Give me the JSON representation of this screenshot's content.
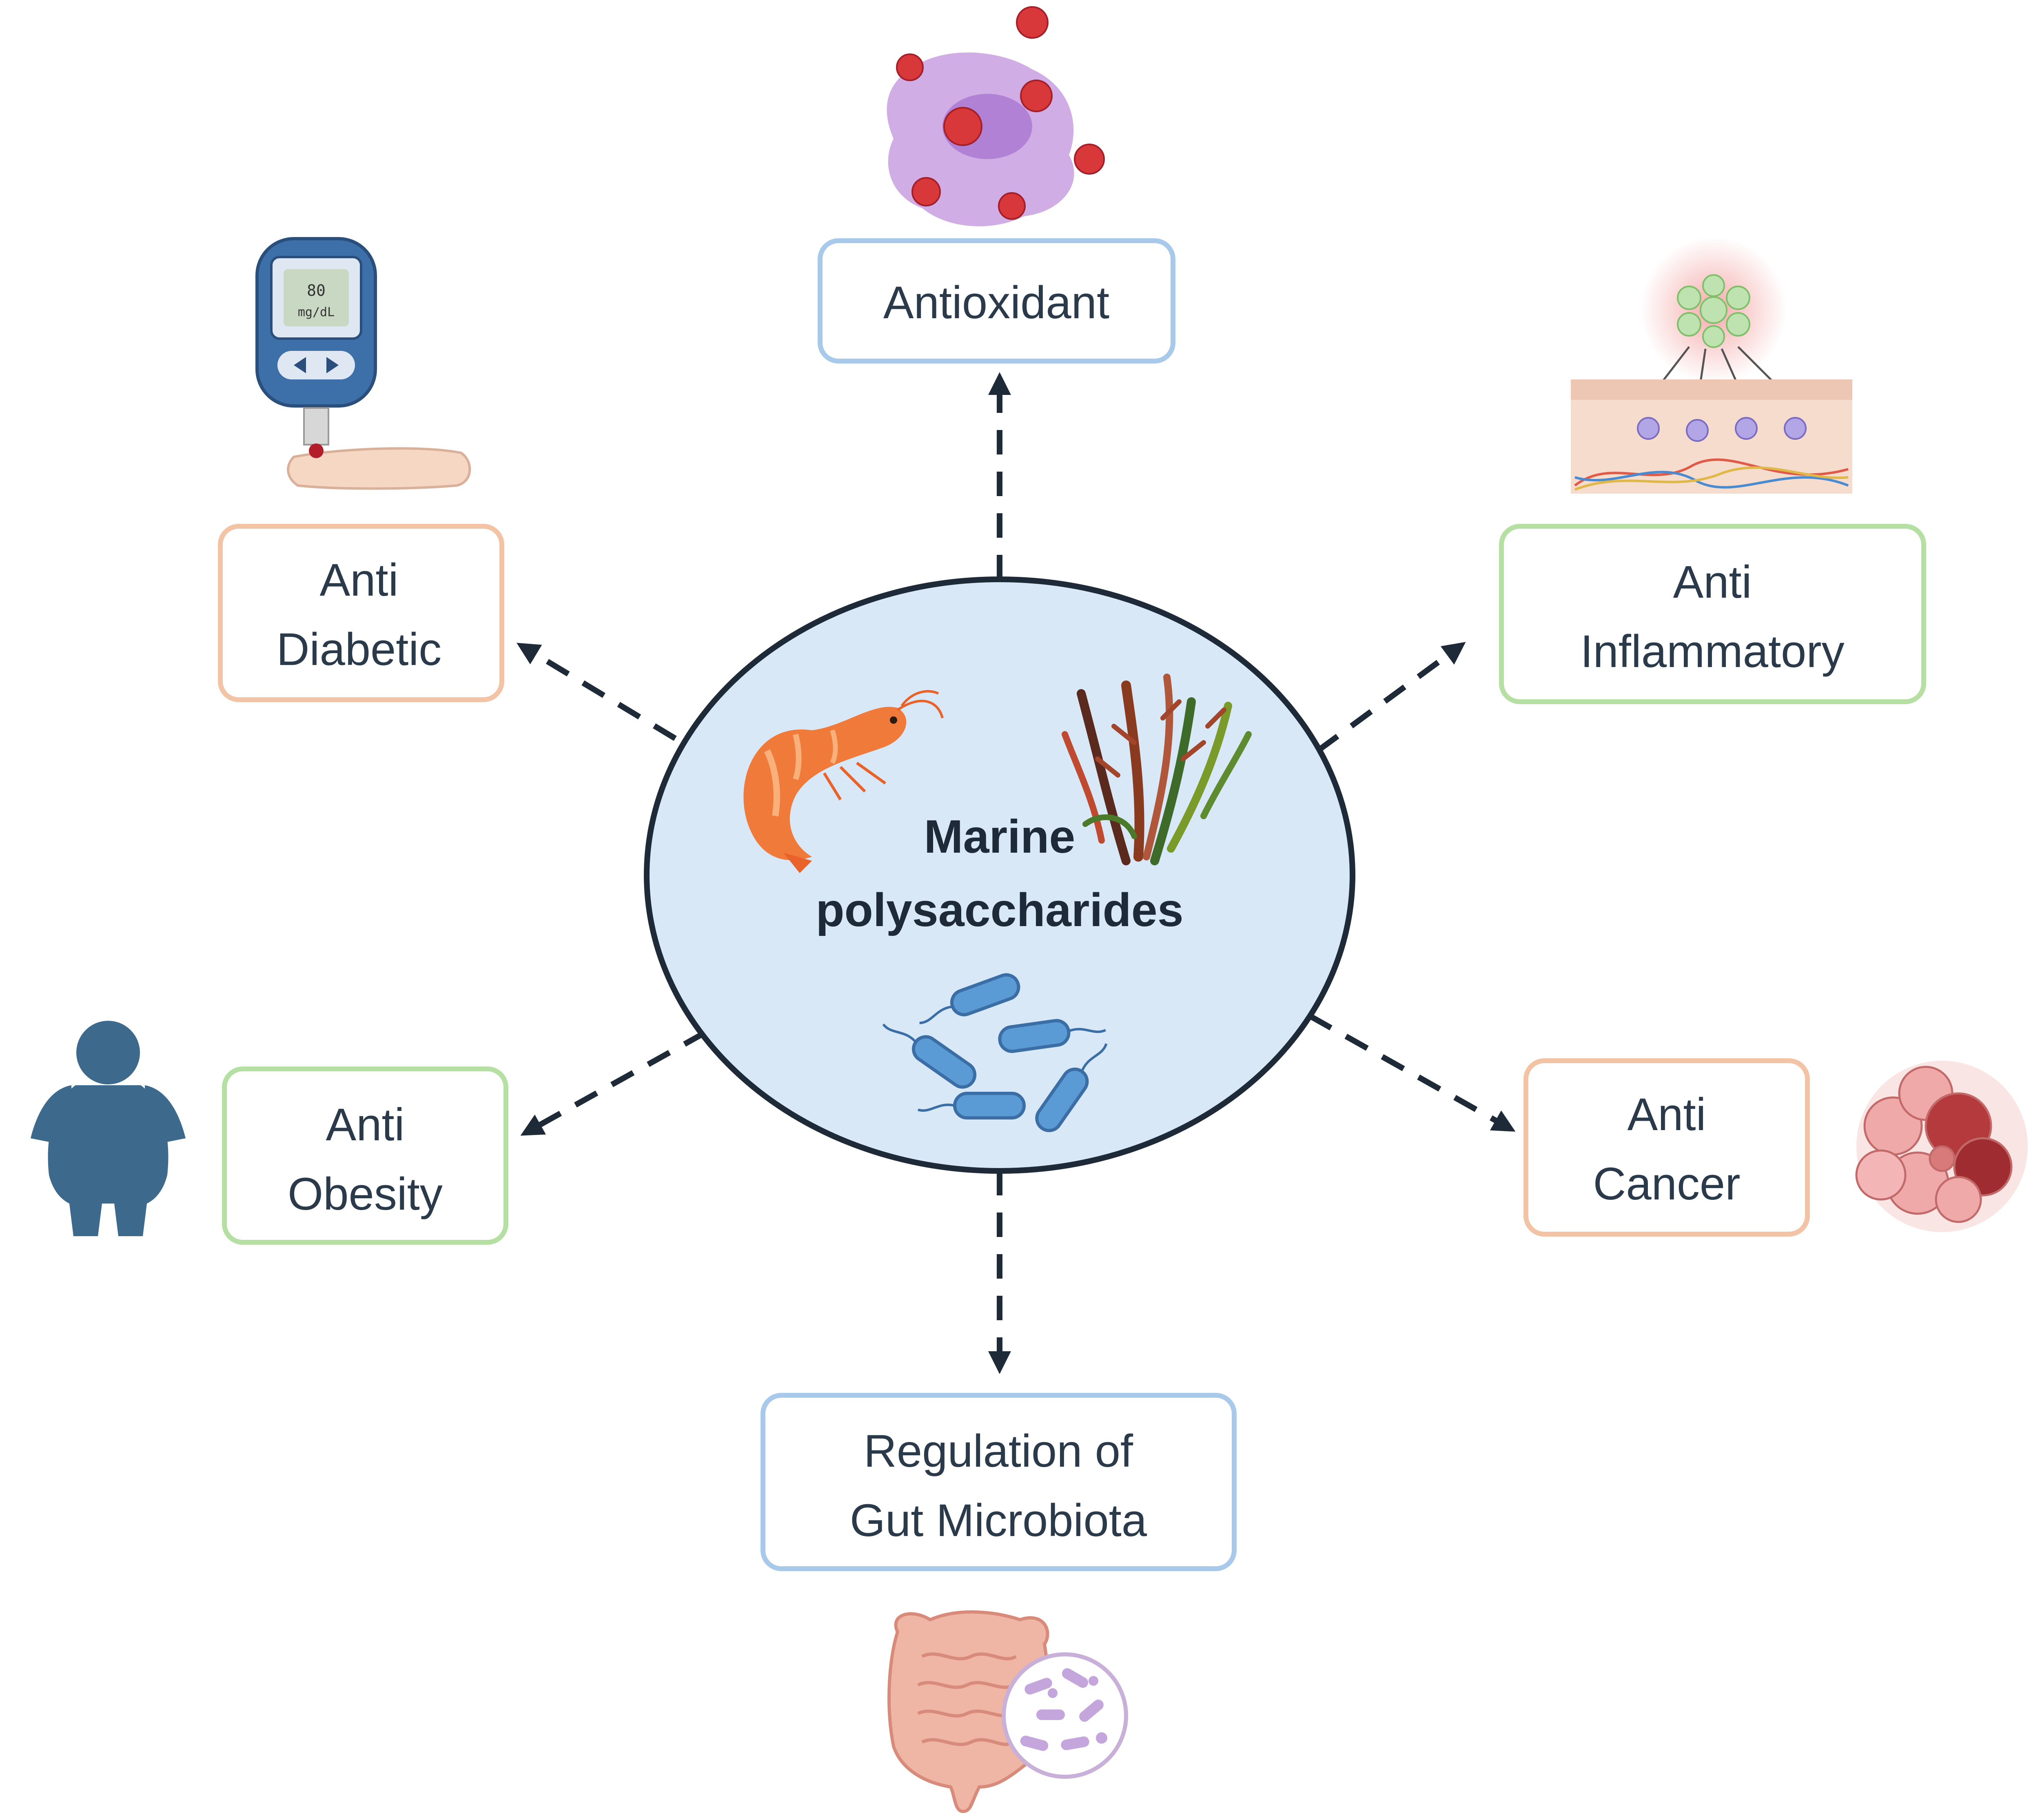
{
  "center": {
    "line1": "Marine",
    "line2": "polysaccharides"
  },
  "effects": {
    "antioxidant": {
      "line1": "Antioxidant",
      "color": "#a9c9ea"
    },
    "anti_diabetic": {
      "line1": "Anti",
      "line2": "Diabetic",
      "color": "#f3c3a5"
    },
    "anti_inflammatory": {
      "line1": "Anti",
      "line2": "Inflammatory",
      "color": "#b6e0a3"
    },
    "anti_obesity": {
      "line1": "Anti",
      "line2": "Obesity",
      "color": "#b6e0a3"
    },
    "anti_cancer": {
      "line1": "Anti",
      "line2": "Cancer",
      "color": "#f3c3a5"
    },
    "gut": {
      "line1": "Regulation of",
      "line2": "Gut Microbiota",
      "color": "#a9c9ea"
    }
  },
  "glucometer": {
    "reading": "80",
    "unit": "mg/dL"
  },
  "colors": {
    "ellipse_fill": "#d9e8f7",
    "ellipse_stroke": "#1e2a38",
    "arrow": "#1e2a38"
  }
}
